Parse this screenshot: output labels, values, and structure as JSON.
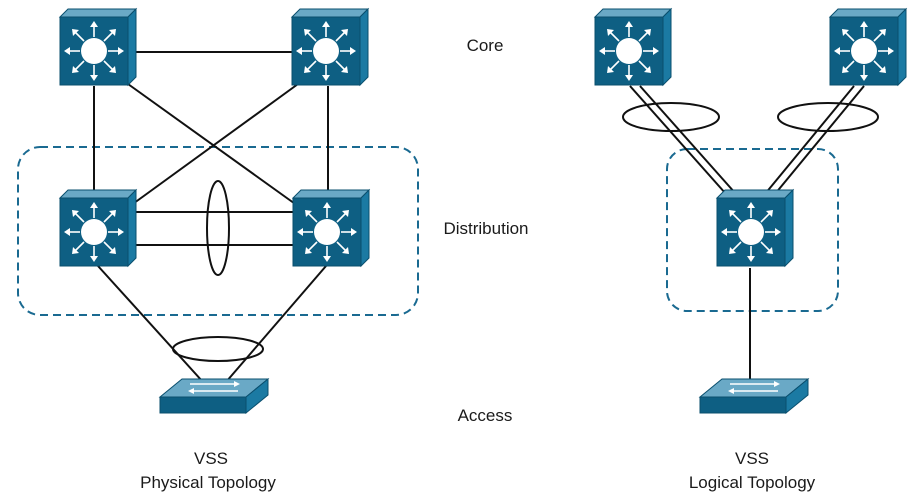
{
  "tiers": {
    "core": "Core",
    "distribution": "Distribution",
    "access": "Access"
  },
  "physical": {
    "caption_line1": "VSS",
    "caption_line2": "Physical Topology",
    "nodes": [
      {
        "id": "core-1",
        "type": "multilayer-switch"
      },
      {
        "id": "core-2",
        "type": "multilayer-switch"
      },
      {
        "id": "dist-1",
        "type": "multilayer-switch"
      },
      {
        "id": "dist-2",
        "type": "multilayer-switch"
      },
      {
        "id": "access-1",
        "type": "access-switch"
      }
    ],
    "links": [
      [
        "core-1",
        "core-2"
      ],
      [
        "core-1",
        "dist-1"
      ],
      [
        "core-1",
        "dist-2"
      ],
      [
        "core-2",
        "dist-1"
      ],
      [
        "core-2",
        "dist-2"
      ],
      [
        "dist-1",
        "dist-2"
      ],
      [
        "dist-1",
        "dist-2"
      ],
      [
        "dist-1",
        "access-1"
      ],
      [
        "dist-2",
        "access-1"
      ]
    ]
  },
  "logical": {
    "caption_line1": "VSS",
    "caption_line2": "Logical Topology",
    "nodes": [
      {
        "id": "core-1",
        "type": "multilayer-switch"
      },
      {
        "id": "core-2",
        "type": "multilayer-switch"
      },
      {
        "id": "vss-1",
        "type": "multilayer-switch"
      },
      {
        "id": "access-1",
        "type": "access-switch"
      }
    ],
    "links": [
      [
        "core-1",
        "vss-1"
      ],
      [
        "core-1",
        "vss-1"
      ],
      [
        "core-2",
        "vss-1"
      ],
      [
        "core-2",
        "vss-1"
      ],
      [
        "vss-1",
        "access-1"
      ]
    ]
  },
  "colors": {
    "switch_face": "#0e5f83",
    "switch_side": "#1b7aa3",
    "switch_top": "#6aa9c6",
    "group_border": "#1a6a91",
    "link": "#111111"
  },
  "icons": {
    "multilayer_switch": "multilayer-switch-icon",
    "access_switch": "workgroup-switch-icon"
  }
}
